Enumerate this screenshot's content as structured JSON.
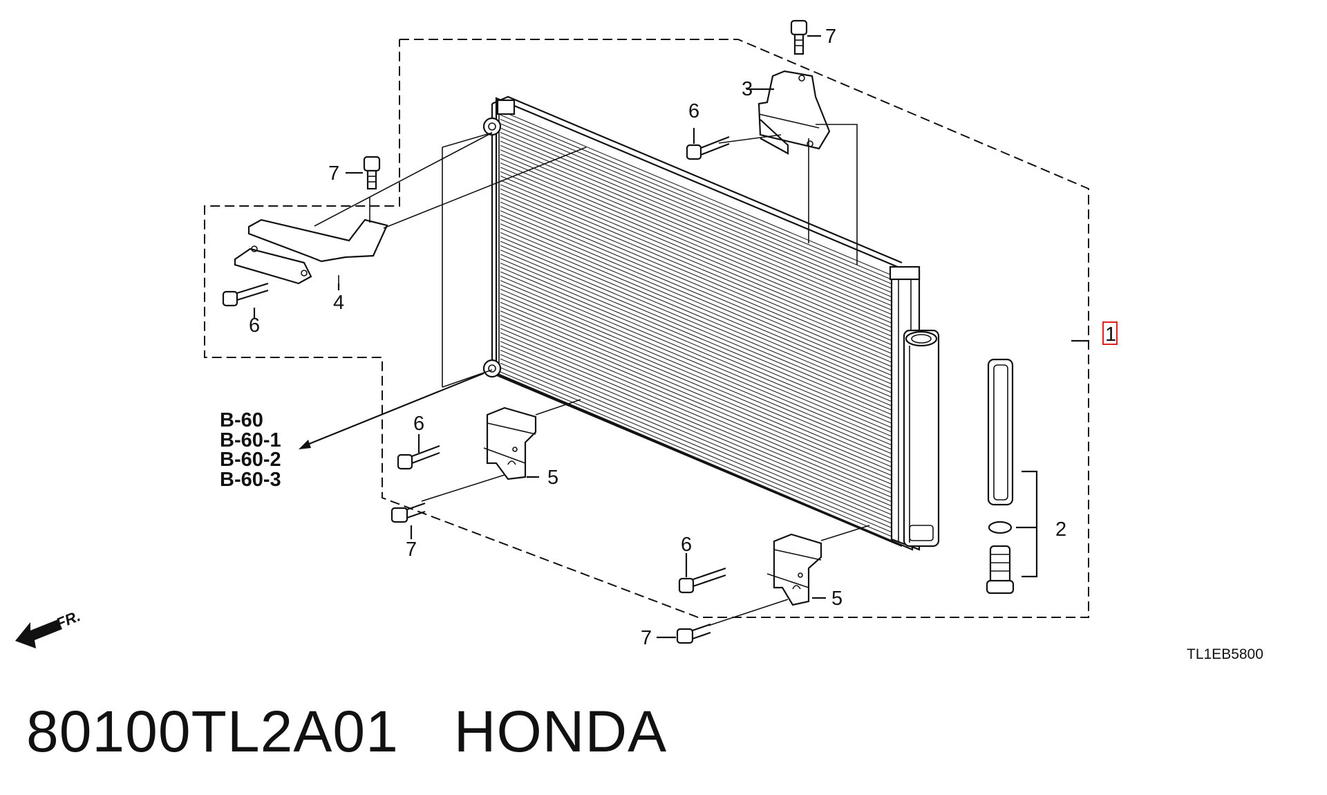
{
  "diagram": {
    "callouts": {
      "c1": "1",
      "c2": "2",
      "c3": "3",
      "c4": "4",
      "c5a": "5",
      "c5b": "5",
      "c6a": "6",
      "c6b": "6",
      "c6c": "6",
      "c6d": "6",
      "c7a": "7",
      "c7b": "7",
      "c7c": "7",
      "c7d": "7"
    },
    "references": [
      "B-60",
      "B-60-1",
      "B-60-2",
      "B-60-3"
    ],
    "front_label": "FR.",
    "drawing_code": "TL1EB5800",
    "highlight_color": "#e0201c"
  },
  "footer": {
    "part_number": "80100TL2A01",
    "brand": "HONDA"
  }
}
